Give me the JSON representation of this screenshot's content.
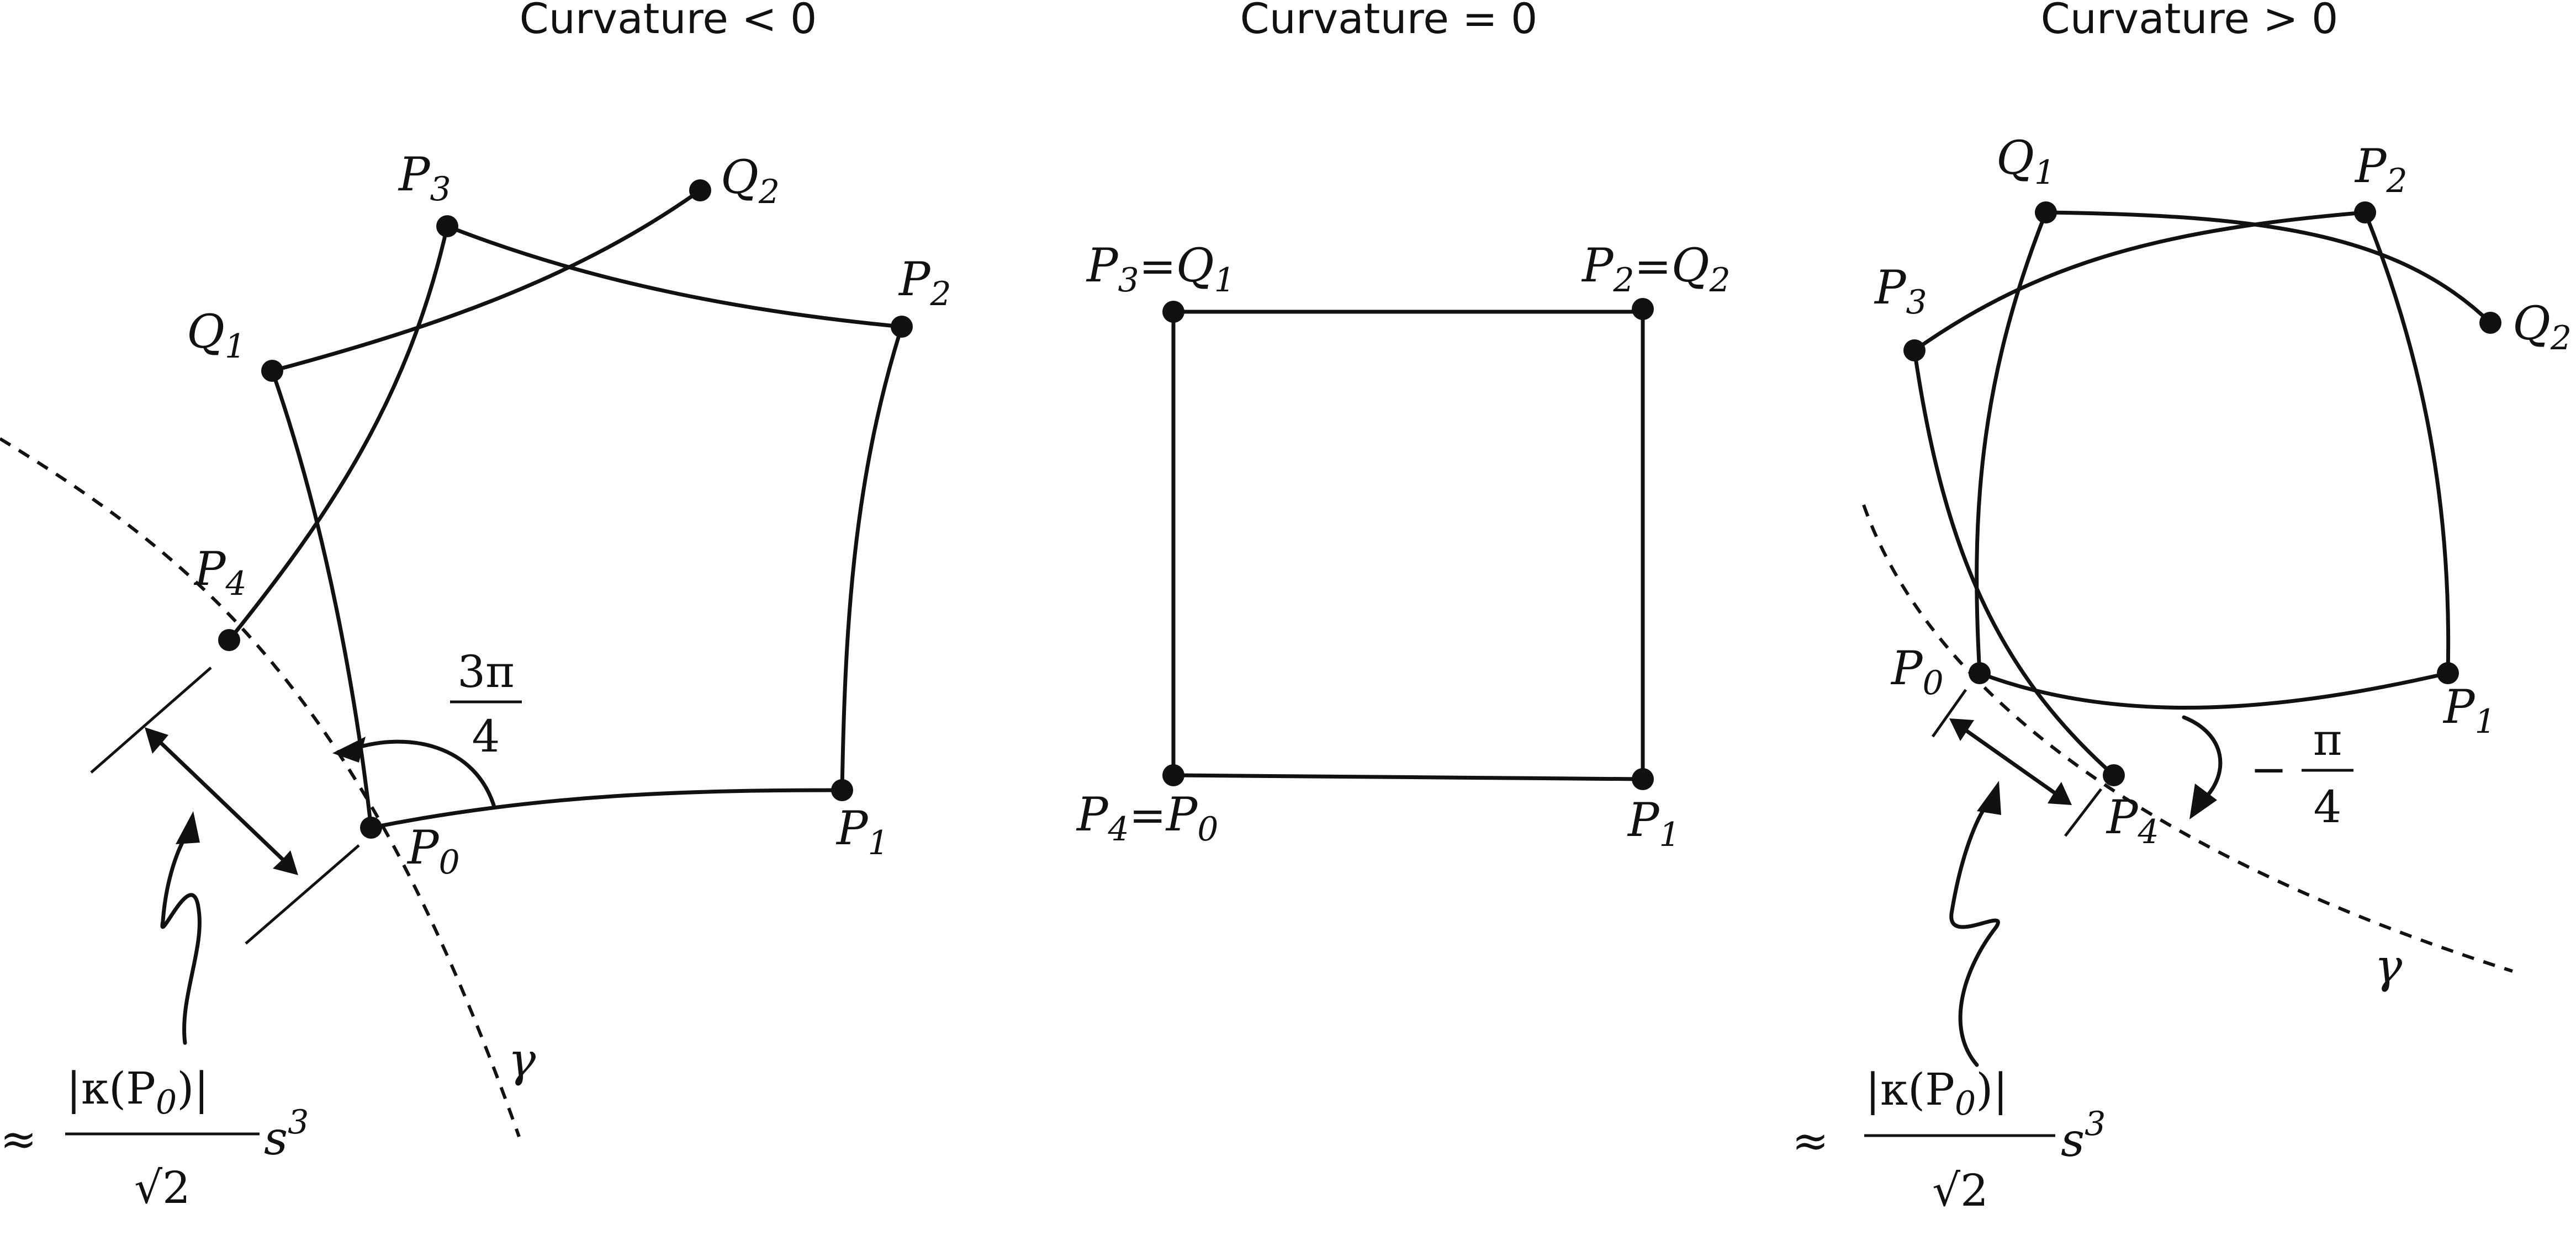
{
  "panels": [
    {
      "title": "Curvature < 0"
    },
    {
      "title": "Curvature = 0"
    },
    {
      "title": "Curvature > 0"
    }
  ],
  "labels": {
    "P": "P",
    "Q": "Q",
    "eq": "=",
    "sub0": "0",
    "sub1": "1",
    "sub2": "2",
    "sub3": "3",
    "sub4": "4",
    "gamma": "γ"
  },
  "angle_neg": {
    "num": "3π",
    "den": "4"
  },
  "angle_pos": {
    "sign": "−",
    "num": "π",
    "den": "4"
  },
  "gap_formula": {
    "approx": "≈",
    "numerator": "|κ(P",
    "sub": "0",
    "numerator_end": ")|",
    "denominator": "√2",
    "factor": "s",
    "exponent": "3"
  }
}
